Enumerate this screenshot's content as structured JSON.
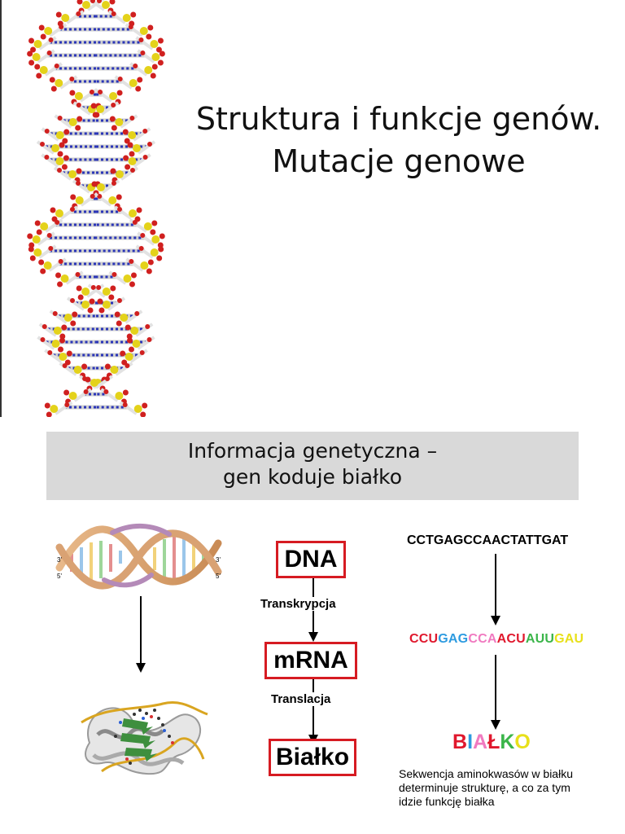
{
  "slide1": {
    "title_line1": "Struktura i funkcje genów.",
    "title_line2": "Mutacje genowe"
  },
  "slide2": {
    "banner_line1": "Informacja genetyczna –",
    "banner_line2": "gen koduje białko",
    "flow": {
      "dna": "DNA",
      "transcription": "Transkrypcja",
      "mrna": "mRNA",
      "translation": "Translacja",
      "protein": "Białko"
    },
    "dna_sequence": "CCTGAGCCAACTATTGAT",
    "rna_codons": [
      {
        "text": "CCU",
        "color": "#e0182d"
      },
      {
        "text": "GAG",
        "color": "#2e9be0"
      },
      {
        "text": "CCA",
        "color": "#f07ac0"
      },
      {
        "text": "ACU",
        "color": "#e0182d"
      },
      {
        "text": "AUU",
        "color": "#3bb54a"
      },
      {
        "text": "GAU",
        "color": "#e8e01a"
      }
    ],
    "protein_letters": [
      {
        "text": "B",
        "color": "#e0182d"
      },
      {
        "text": "I",
        "color": "#2e9be0"
      },
      {
        "text": "A",
        "color": "#f07ac0"
      },
      {
        "text": "Ł",
        "color": "#e0182d"
      },
      {
        "text": "K",
        "color": "#3bb54a"
      },
      {
        "text": "O",
        "color": "#e8e01a"
      }
    ],
    "note_line1": "Sekwencja aminokwasów w białku",
    "note_line2": "determinuje strukturę, a co za tym",
    "note_line3": "idzie funkcję białka",
    "helix_labels": {
      "three_prime": "3'",
      "five_prime": "5'"
    }
  }
}
